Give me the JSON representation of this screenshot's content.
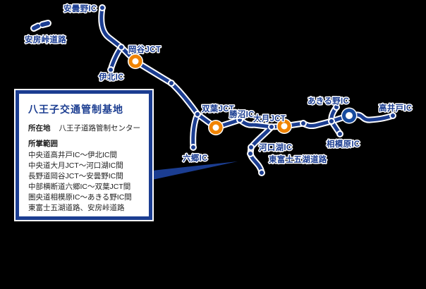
{
  "colors": {
    "road-blue": "#1b3d91",
    "label-blue": "#1b3d91",
    "jct-orange": "#f08300",
    "base-blue": "#164a9e",
    "box-bg": "#ffffff",
    "body-text": "#222222",
    "bg": "#000000"
  },
  "info_box": {
    "title": "八王子交通管制基地",
    "location_label": "所在地",
    "location_value": "八王子道路管制センター",
    "scope_label": "所掌範囲",
    "scope_items": [
      "中央道高井戸IC〜伊北IC間",
      "中央道大月JCT〜河口湖IC間",
      "長野道岡谷JCT〜安曇野IC間",
      "中部横断道六郷IC〜双葉JCT間",
      "圏央道相模原IC〜あきる野IC間",
      "東富士五湖道路、安房峠道路"
    ]
  },
  "map": {
    "labels": {
      "azumino": "安曇野IC",
      "awabo": "安房峠道路",
      "okaya": "岡谷JCT",
      "ihoku": "伊北IC",
      "futaba": "双葉JCT",
      "katsunuma": "勝沼IC",
      "otsuki": "大月JCT",
      "kawaguchiko": "河口湖IC",
      "higashifuji": "東富士五湖道路",
      "rokugo": "六郷IC",
      "akiruno": "あきる野IC",
      "sagamihara": "相模原IC",
      "takaido": "高井戸IC"
    },
    "markers": {
      "jct_marker_style": "orange-ring",
      "base_marker_style": "blue-ring"
    }
  }
}
